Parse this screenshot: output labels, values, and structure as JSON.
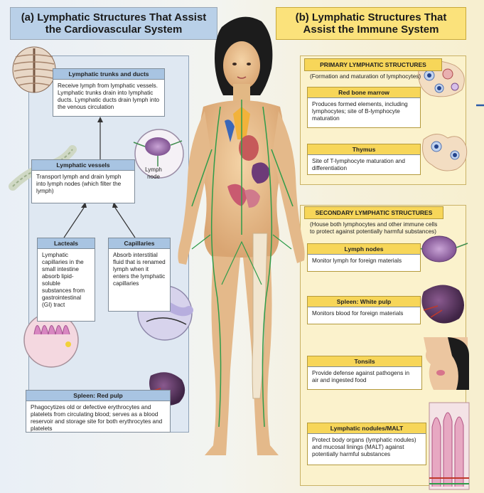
{
  "header_a": "(a) Lymphatic Structures That Assist the Cardiovascular System",
  "header_b": "(b) Lymphatic Structures That Assist the Immune System",
  "cardio": {
    "trunks": {
      "title": "Lymphatic trunks and ducts",
      "body": "Receive lymph from lymphatic vessels. Lymphatic trunks drain into lymphatic ducts. Lymphatic ducts drain lymph into the venous circulation"
    },
    "vessels": {
      "title": "Lymphatic vessels",
      "body": "Transport lymph and drain lymph into lymph nodes (which filter the lymph)"
    },
    "lymph_node_label": "Lymph node",
    "lacteals": {
      "title": "Lacteals",
      "body": "Lymphatic capillaries in the small intestine absorb lipid-soluble substances from gastrointestinal (GI) tract"
    },
    "capillaries": {
      "title": "Capillaries",
      "body": "Absorb interstitial fluid that is renamed lymph when it enters the lymphatic capillaries"
    },
    "red_pulp": {
      "title": "Spleen: Red pulp",
      "body": "Phagocytizes old or defective erythrocytes and platelets from circulating blood; serves as a blood reservoir and storage site for both erythrocytes and platelets"
    }
  },
  "immune": {
    "primary": {
      "title": "PRIMARY LYMPHATIC STRUCTURES",
      "body": "(Formation and maturation of lymphocytes)"
    },
    "marrow": {
      "title": "Red bone marrow",
      "body": "Produces formed elements, including lymphocytes; site of B-lymphocyte maturation"
    },
    "thymus": {
      "title": "Thymus",
      "body": "Site of T-lymphocyte maturation and differentiation"
    },
    "secondary": {
      "title": "SECONDARY LYMPHATIC STRUCTURES",
      "body": "(House both lymphocytes and other immune cells to protect against potentially harmful substances)"
    },
    "nodes": {
      "title": "Lymph nodes",
      "body": "Monitor lymph for foreign materials"
    },
    "white_pulp": {
      "title": "Spleen: White pulp",
      "body": "Monitors blood for foreign materials"
    },
    "tonsils": {
      "title": "Tonsils",
      "body": "Provide defense against pathogens in air and ingested food"
    },
    "malt": {
      "title": "Lymphatic nodules/MALT",
      "body": "Protect body organs (lymphatic nodules) and mucosal linings (MALT) against potentially harmful substances"
    }
  },
  "colors": {
    "blue_header": "#b9d0e8",
    "yellow_header": "#fbe27b",
    "skin": "#e9c08f",
    "lymph_vessel": "#2f9c4a",
    "hair": "#1c1c1c"
  }
}
